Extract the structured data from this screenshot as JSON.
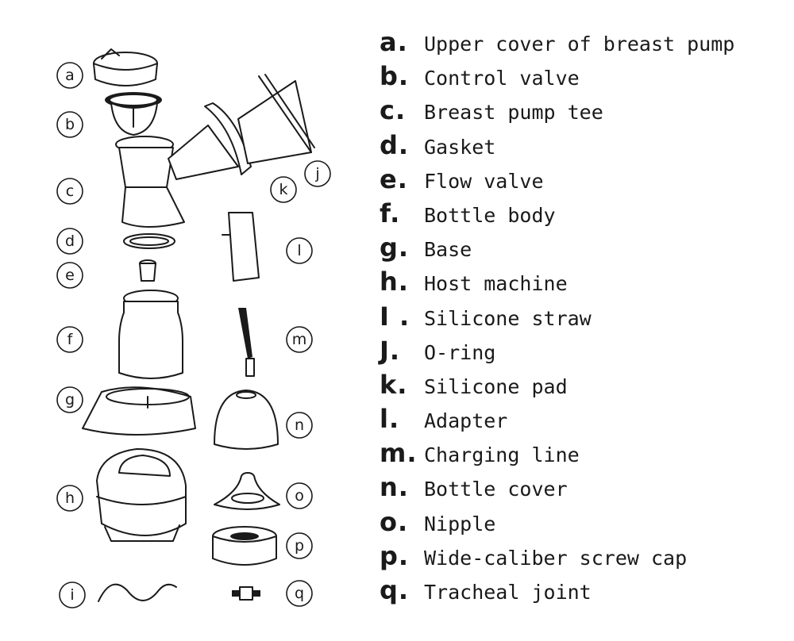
{
  "callouts": [
    "a",
    "b",
    "c",
    "d",
    "e",
    "f",
    "g",
    "h",
    "i",
    "j",
    "k",
    "l",
    "m",
    "n",
    "o",
    "p",
    "q"
  ],
  "legend": [
    {
      "key": "a.",
      "text": "Upper cover of breast pump"
    },
    {
      "key": "b.",
      "text": "Control valve"
    },
    {
      "key": "c.",
      "text": "Breast pump tee"
    },
    {
      "key": "d.",
      "text": "Gasket"
    },
    {
      "key": "e.",
      "text": "Flow valve"
    },
    {
      "key": "f.",
      "text": "Bottle body"
    },
    {
      "key": "g.",
      "text": "Base"
    },
    {
      "key": "h.",
      "text": "Host machine"
    },
    {
      "key": "I .",
      "text": "Silicone straw"
    },
    {
      "key": "J.",
      "text": "O-ring"
    },
    {
      "key": "k.",
      "text": "Silicone pad"
    },
    {
      "key": "l.",
      "text": "Adapter"
    },
    {
      "key": "m.",
      "text": "Charging line"
    },
    {
      "key": "n.",
      "text": "Bottle cover"
    },
    {
      "key": "o.",
      "text": "Nipple"
    },
    {
      "key": "p.",
      "text": "Wide-caliber screw cap"
    },
    {
      "key": "q.",
      "text": "Tracheal joint"
    }
  ]
}
